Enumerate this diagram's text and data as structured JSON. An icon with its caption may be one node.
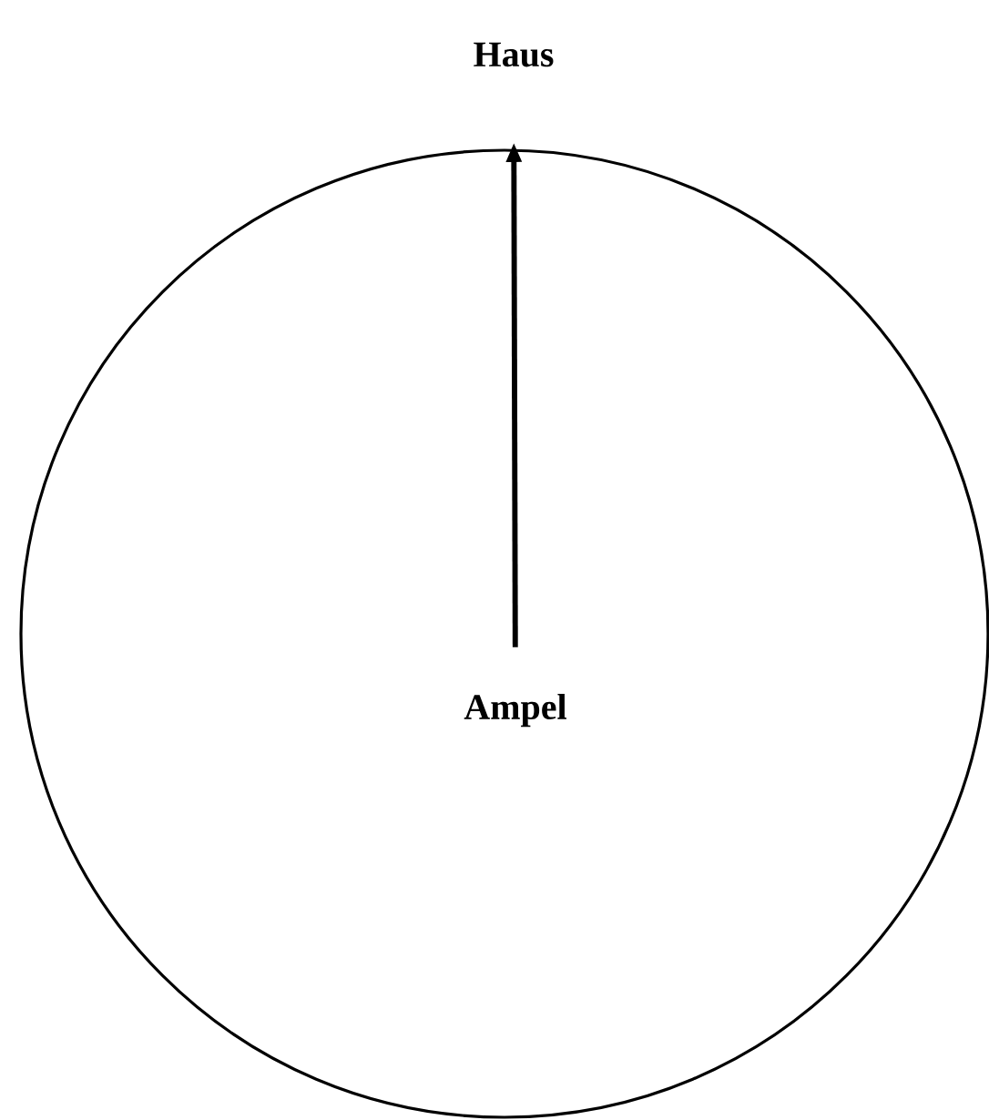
{
  "diagram": {
    "nodes": [
      {
        "text": [
          "Haus"
        ]
      },
      {
        "text": [
          "Ampel"
        ]
      }
    ],
    "edges": [
      {
        "from": 1,
        "to": 0,
        "arrow": "to"
      }
    ]
  }
}
